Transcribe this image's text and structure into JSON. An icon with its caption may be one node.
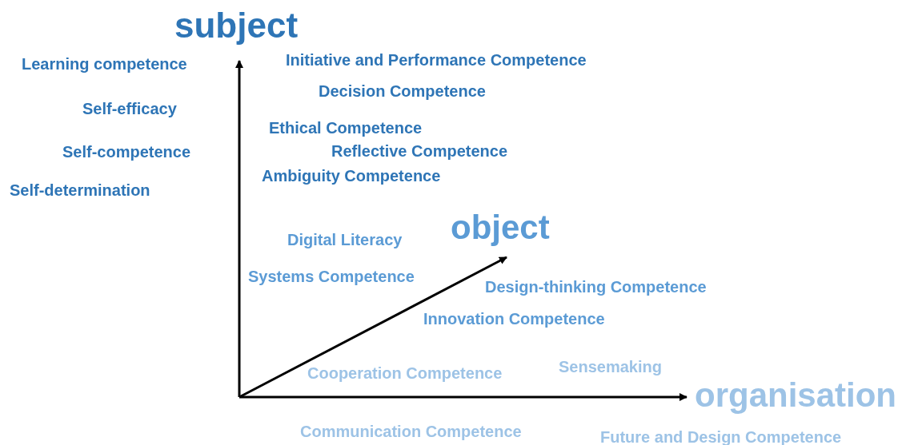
{
  "diagram": {
    "labels": [
      "subject",
      "Learning competence",
      "Initiative and Performance Competence",
      "Decision Competence",
      "Self-efficacy",
      "Ethical Competence",
      "Reflective Competence",
      "Self-competence",
      "Ambiguity Competence",
      "Self-determination",
      "object",
      "Digital Literacy",
      "Systems Competence",
      "Design-thinking Competence",
      "Innovation Competence",
      "Sensemaking",
      "Cooperation Competence",
      "organisation",
      "Communication Competence",
      "Future and Design Competence"
    ]
  }
}
